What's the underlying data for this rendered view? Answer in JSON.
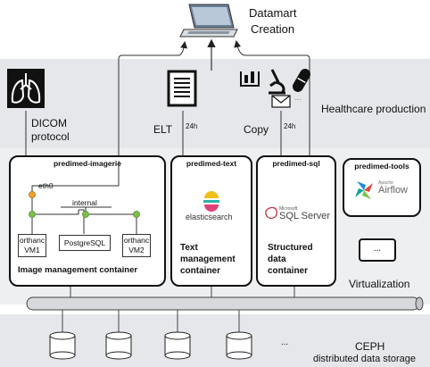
{
  "top": {
    "title_line1": "Datamart",
    "title_line2": "Creation"
  },
  "bands": {
    "healthcare": "Healthcare production",
    "virtualization": "Virtualization",
    "storage_line1": "CEPH",
    "storage_line2": "distributed data storage"
  },
  "sources": {
    "dicom_line1": "DICOM",
    "dicom_line2": "protocol",
    "elt_label": "ELT",
    "elt_period": "24h",
    "copy_label": "Copy",
    "copy_period": "24h",
    "doc_ellipsis": "..."
  },
  "containers": {
    "imagerie": {
      "title": "predimed-imagerie",
      "eth0": "eth0",
      "internal": "internal",
      "orthanc1_line1": "orthanc",
      "orthanc1_line2": "VM1",
      "postgres": "PostgreSQL",
      "orthanc2_line1": "orthanc",
      "orthanc2_line2": "VM2",
      "caption": "Image management container"
    },
    "text": {
      "title": "predimed-text",
      "logo": "elasticsearch",
      "caption_line1": "Text",
      "caption_line2": "management",
      "caption_line3": "container"
    },
    "sql": {
      "title": "predimed-sql",
      "logo_small": "Microsoft",
      "logo": "SQL Server",
      "caption_line1": "Structured",
      "caption_line2": "data",
      "caption_line3": "container"
    },
    "tools": {
      "title": "predimed-tools",
      "logo_small": "Apache",
      "logo": "Airflow",
      "more": "..."
    }
  },
  "storage": {
    "more": "..."
  },
  "colors": {
    "band": "#e6e7ea",
    "node_orange": "#f3a12b",
    "node_green": "#7cc04b",
    "elastic_yellow": "#f0bf1a",
    "elastic_teal": "#2bb3a7",
    "sql_red": "#c8202f",
    "airflow_blue": "#1a8fd6"
  }
}
